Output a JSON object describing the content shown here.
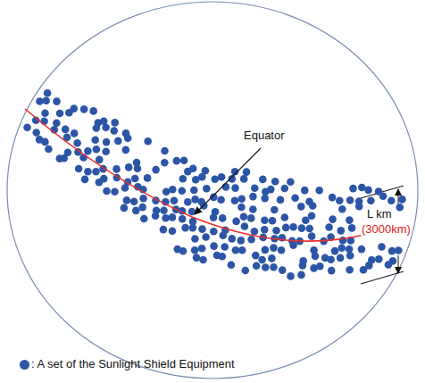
{
  "diagram": {
    "labels": [
      "Equator",
      "L km",
      "(3000km)"
    ],
    "legend": [
      {
        "text": ": A set of the Sunlight Shield Equipment",
        "color": "#2c55a6"
      }
    ]
  }
}
